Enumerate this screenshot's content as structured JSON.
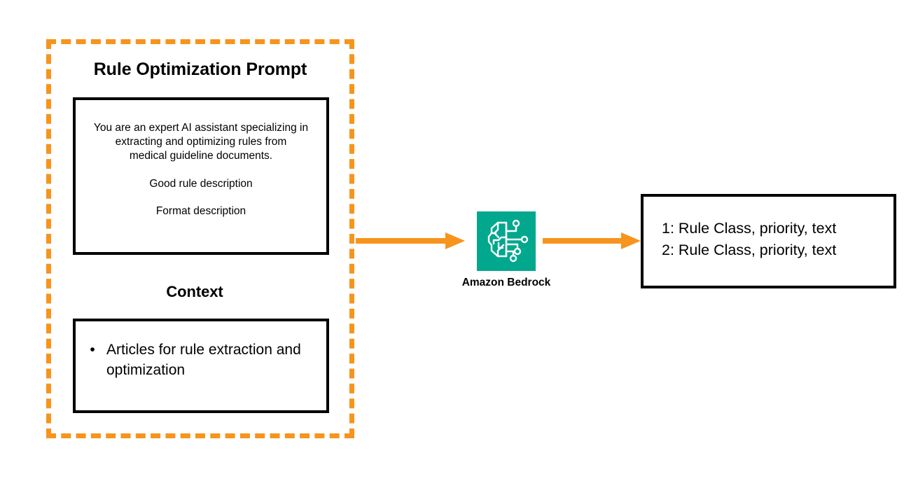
{
  "diagram": {
    "title": "Rule Optimization Prompt pipeline",
    "colors": {
      "accent_orange": "#F7941D",
      "bedrock_teal": "#01A88D",
      "box_border": "#000000",
      "background": "#FFFFFF"
    }
  },
  "input_group": {
    "prompt_section": {
      "heading": "Rule Optimization Prompt",
      "lines": [
        "You are an expert AI assistant specializing in",
        "extracting and optimizing rules from",
        "medical guideline documents.",
        "Good rule description",
        "Format description"
      ],
      "paragraphs": {
        "system_instruction": "You are an expert AI assistant specializing in extracting and optimizing rules from medical guideline documents.",
        "good_rule": "Good rule description",
        "format": "Format description"
      }
    },
    "context_section": {
      "heading": "Context",
      "bullet_symbol": "•",
      "bullets": [
        "Articles for rule extraction and optimization"
      ]
    }
  },
  "model": {
    "label": "Amazon Bedrock",
    "icon": "brain-circuit-icon"
  },
  "output": {
    "lines": [
      "1: Rule Class, priority, text",
      "2: Rule Class, priority, text"
    ]
  },
  "flow": {
    "arrow_1": "arrow-input-to-model",
    "arrow_2": "arrow-model-to-output"
  }
}
